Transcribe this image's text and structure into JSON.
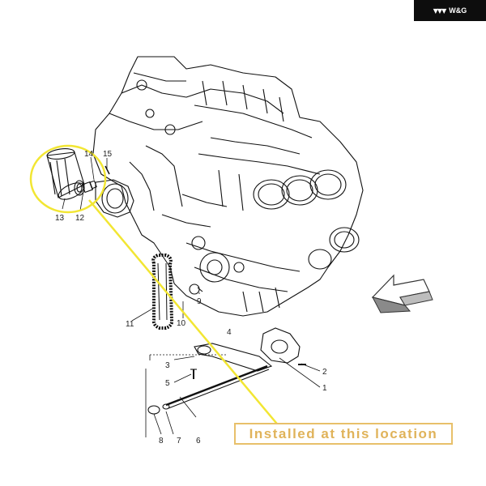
{
  "logo": {
    "mark": "▼▼▼",
    "text": "W&G"
  },
  "callout": {
    "text": "Installed at this location"
  },
  "part_labels": [
    "1",
    "2",
    "3",
    "4",
    "5",
    "6",
    "7",
    "8",
    "9",
    "10",
    "11",
    "12",
    "13",
    "14",
    "15"
  ],
  "colors": {
    "highlight": "#f2e633",
    "callout": "#e8c06a",
    "line": "#111111",
    "shade": "#444444"
  }
}
